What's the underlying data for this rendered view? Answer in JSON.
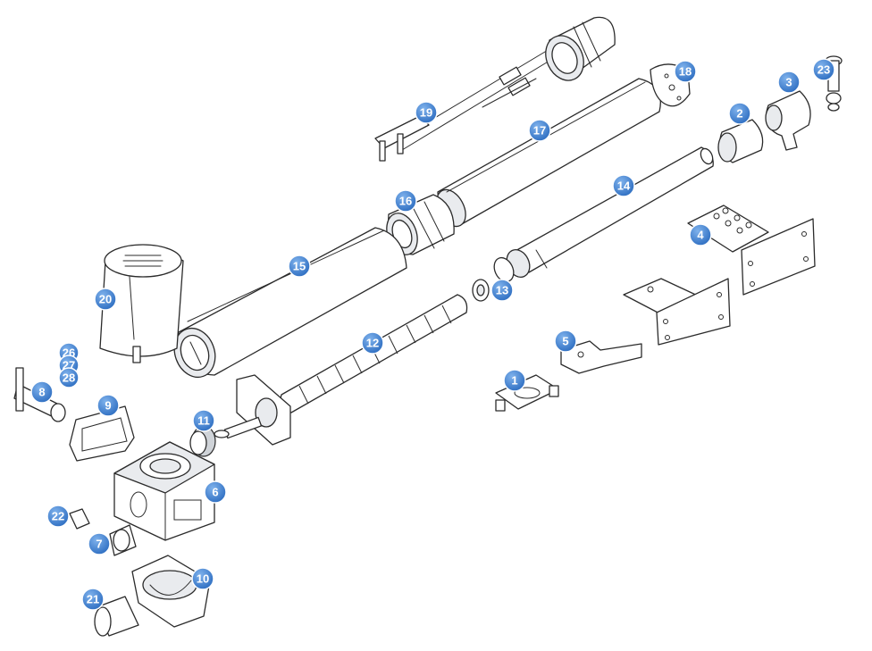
{
  "badge_color": "#3f86d6",
  "badge_text_color": "#ffffff",
  "callouts": [
    "1",
    "2",
    "3",
    "4",
    "5",
    "6",
    "7",
    "8",
    "9",
    "10",
    "11",
    "12",
    "13",
    "14",
    "15",
    "16",
    "17",
    "18",
    "19",
    "20",
    "21",
    "22",
    "23",
    "26",
    "27",
    "28"
  ]
}
